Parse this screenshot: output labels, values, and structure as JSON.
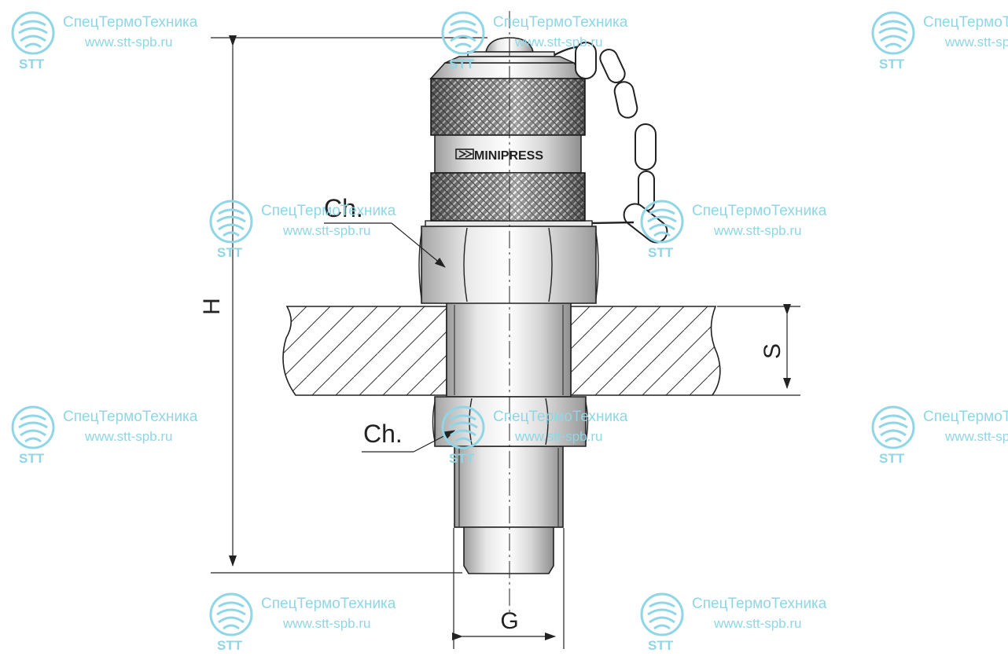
{
  "product": {
    "brand_text": "MINIPRESS",
    "brand_icon": "minipress-logo-icon"
  },
  "dimensions": {
    "height_label": "H",
    "panel_thickness_label": "S",
    "thread_label": "G",
    "upper_nut_label": "Ch.",
    "lower_nut_label": "Ch."
  },
  "watermark": {
    "company": "СпецТермоТехника",
    "url": "www.stt-spb.ru",
    "abbr": "STT",
    "icon": "stt-wave-logo-icon",
    "color": "#8fd6e6"
  },
  "colors": {
    "line": "#222222",
    "metal_light": "#f2f2f2",
    "metal_mid": "#c9c9c9",
    "metal_dark": "#9a9a9a",
    "watermark": "#8fd6e6"
  }
}
